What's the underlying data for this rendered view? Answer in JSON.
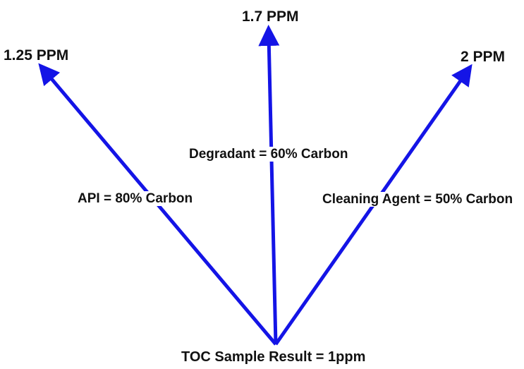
{
  "origin": {
    "label": "TOC Sample Result  =  1ppm"
  },
  "branches": [
    {
      "component": "API = 80% Carbon",
      "result": "1.25 PPM"
    },
    {
      "component": "Degradant = 60% Carbon",
      "result": "1.7 PPM"
    },
    {
      "component": "Cleaning Agent = 50% Carbon",
      "result": "2 PPM"
    }
  ],
  "colors": {
    "arrow": "#1414e6",
    "text": "#111111"
  }
}
